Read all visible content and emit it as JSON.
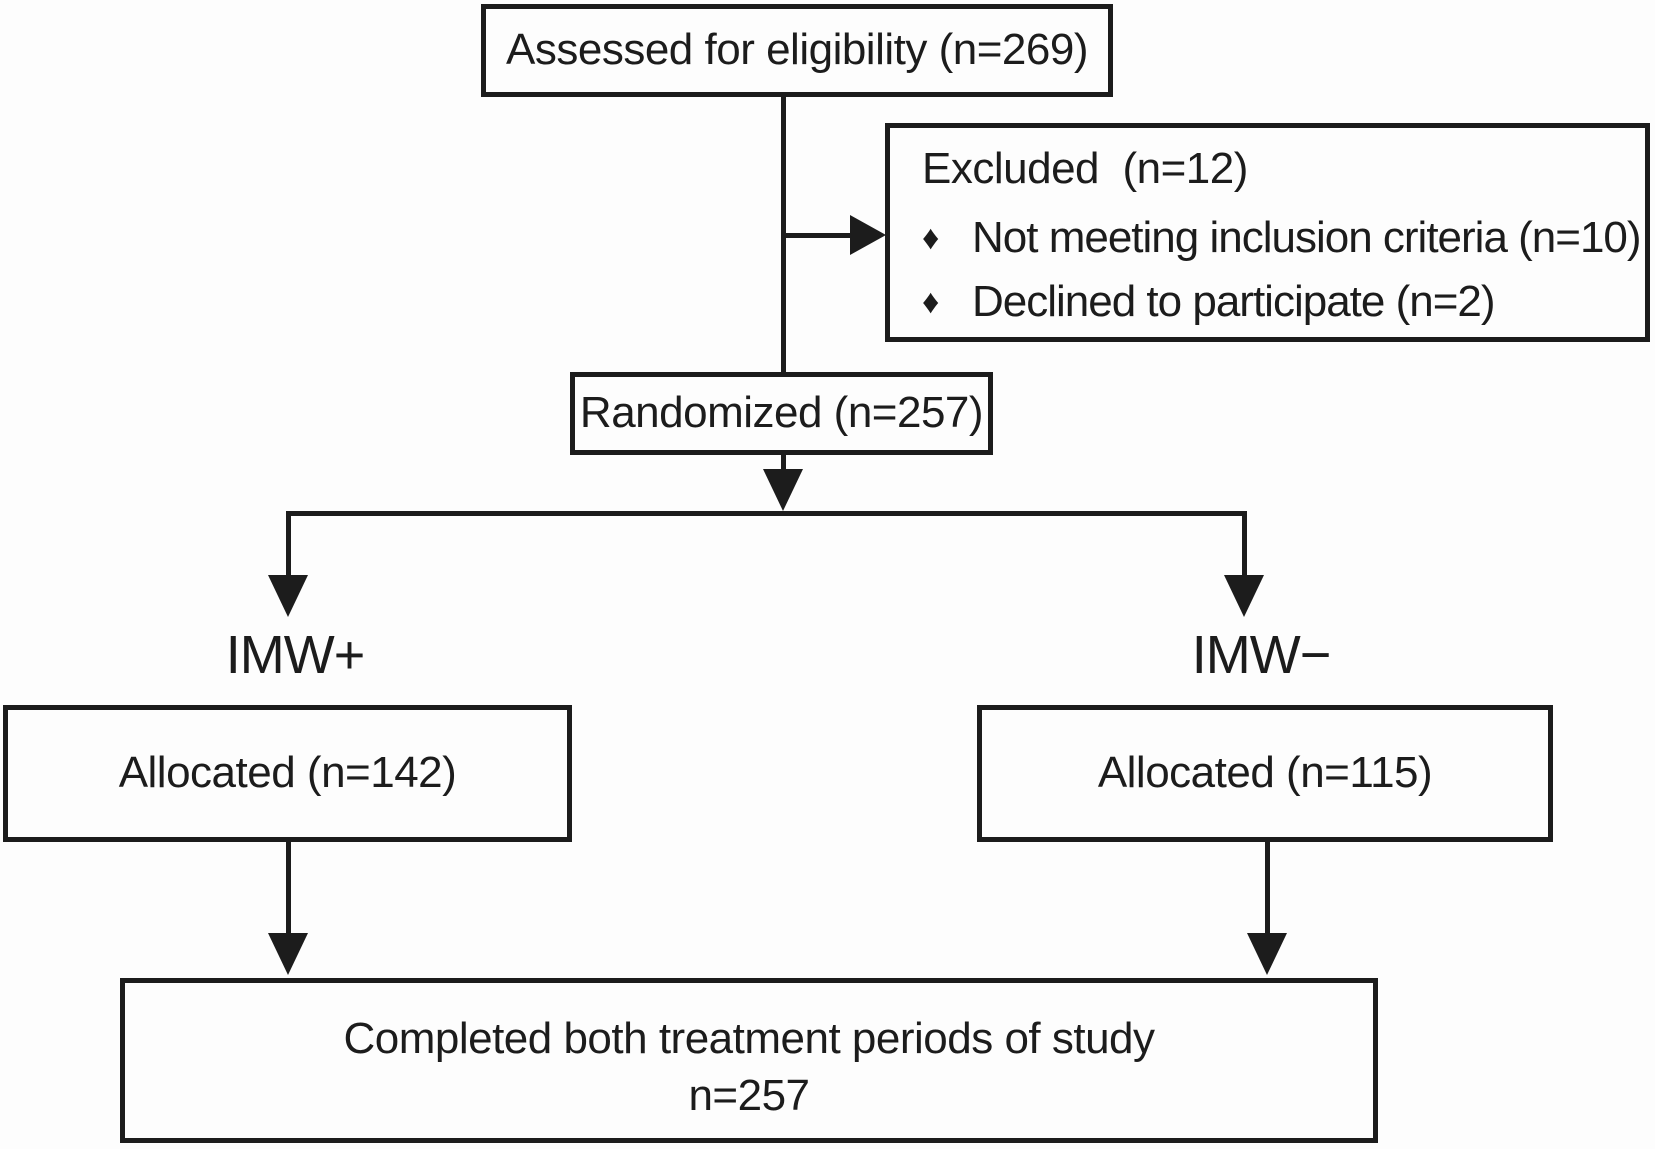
{
  "figure": {
    "type": "consort-flow-diagram",
    "ink_color": "#1c1c1c",
    "background_color": "#fdfdfd"
  },
  "boxes": {
    "assessed": {
      "label": "Assessed for eligibility (n=269)"
    },
    "excluded": {
      "title": "Excluded  (n=12)",
      "bullets": [
        {
          "marker": "♦",
          "text": "Not meeting inclusion criteria (n=10)"
        },
        {
          "marker": "♦",
          "text": "Declined to participate (n=2)"
        }
      ]
    },
    "randomized": {
      "label": "Randomized (n=257)"
    },
    "allocated_left": {
      "label": "Allocated (n=142)"
    },
    "allocated_right": {
      "label": "Allocated (n=115)"
    },
    "completed": {
      "line1": "Completed both treatment periods of study",
      "line2": "n=257"
    }
  },
  "labels": {
    "arm_left": "IMW+",
    "arm_right": "IMW−"
  }
}
